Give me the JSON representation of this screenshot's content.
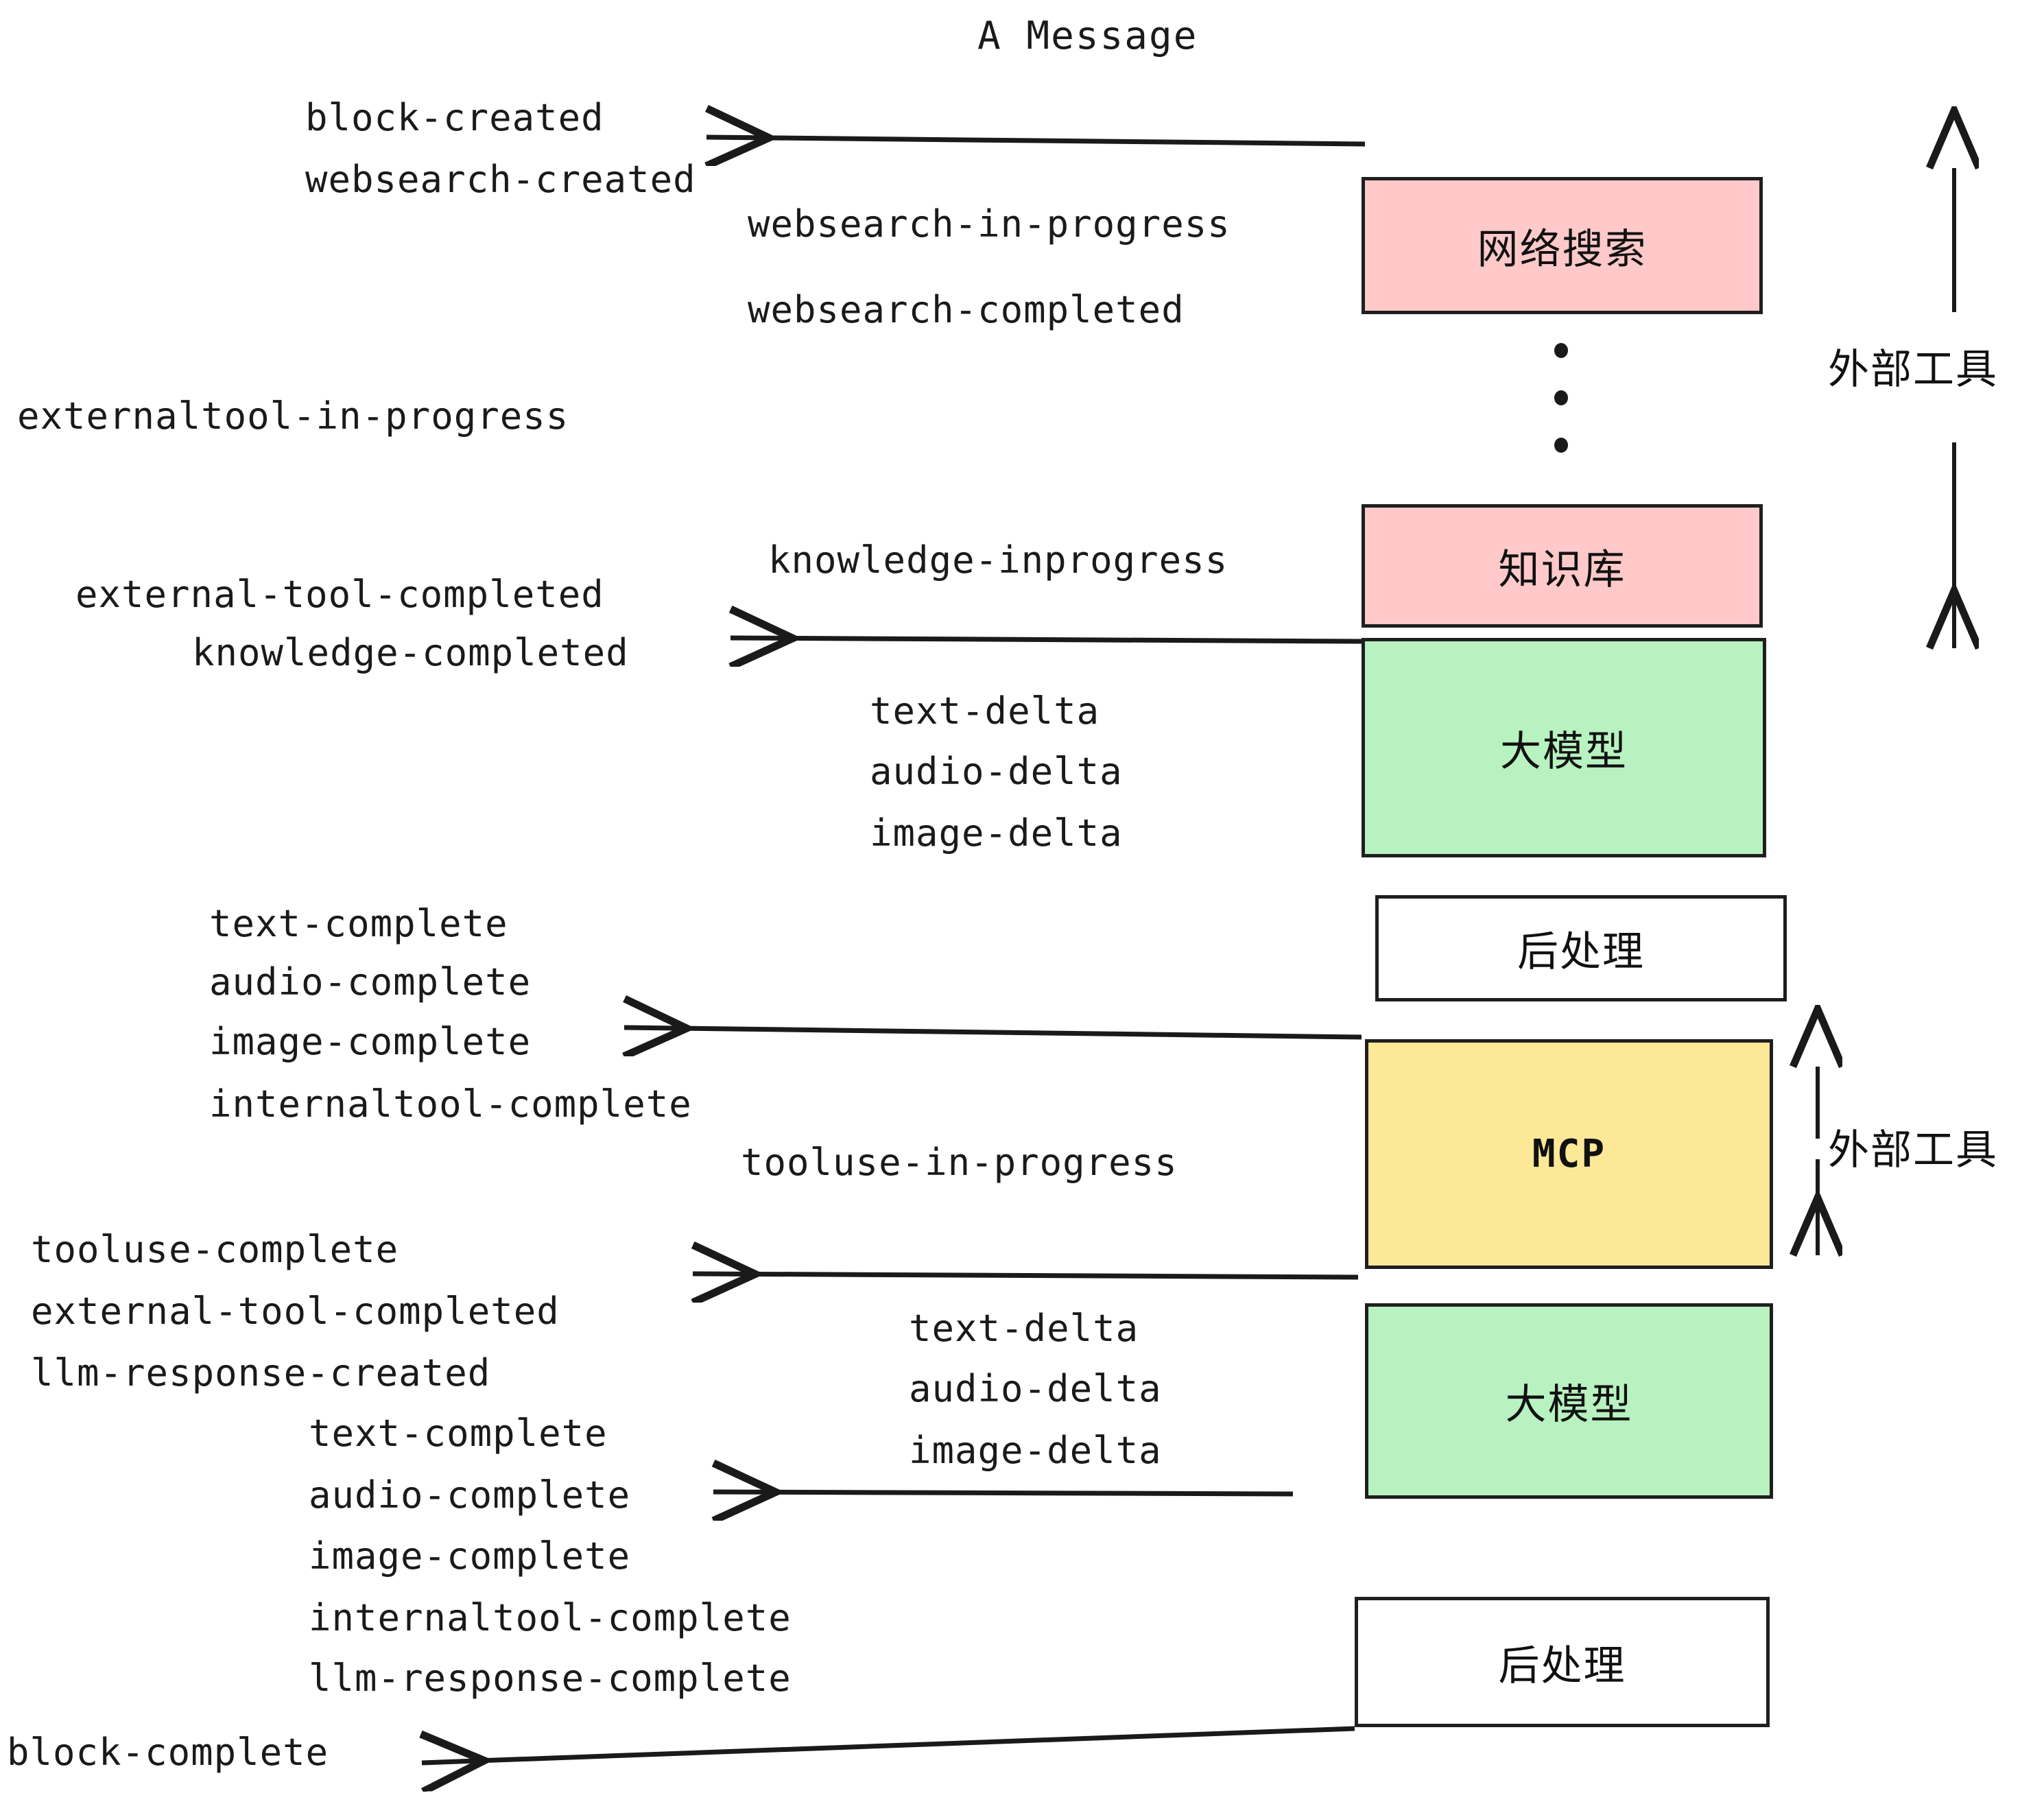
{
  "diagram": {
    "title": "A Message",
    "colors": {
      "pink": "#FFC9C9",
      "green": "#B8F2C0",
      "yellow": "#FCE897",
      "white": "#FFFFFF",
      "stroke": "#1F1F1F",
      "text": "#1A1A1A"
    },
    "nodes": [
      {
        "id": "websearch",
        "label": "网络搜索",
        "fill": "#FFC9C9"
      },
      {
        "id": "knowledge",
        "label": "知识库",
        "fill": "#FFC9C9"
      },
      {
        "id": "llm-1",
        "label": "大模型",
        "fill": "#B8F2C0"
      },
      {
        "id": "postproc-1",
        "label": "后处理",
        "fill": "#FFFFFF"
      },
      {
        "id": "mcp",
        "label": "MCP",
        "fill": "#FCE897"
      },
      {
        "id": "llm-2",
        "label": "大模型",
        "fill": "#B8F2C0"
      },
      {
        "id": "postproc-2",
        "label": "后处理",
        "fill": "#FFFFFF"
      }
    ],
    "side_labels": [
      {
        "id": "external-tool-top",
        "label": "外部工具"
      },
      {
        "id": "external-tool-bottom",
        "label": "外部工具"
      }
    ],
    "events": [
      {
        "id": "block-created",
        "text": "block-created"
      },
      {
        "id": "websearch-created",
        "text": "websearch-created"
      },
      {
        "id": "websearch-in-progress",
        "text": "websearch-in-progress"
      },
      {
        "id": "websearch-completed",
        "text": "websearch-completed"
      },
      {
        "id": "externaltool-in-progress",
        "text": "externaltool-in-progress"
      },
      {
        "id": "knowledge-inprogress",
        "text": "knowledge-inprogress"
      },
      {
        "id": "external-tool-completed-1",
        "text": "external-tool-completed"
      },
      {
        "id": "knowledge-completed",
        "text": "knowledge-completed"
      },
      {
        "id": "text-delta-1",
        "text": "text-delta"
      },
      {
        "id": "audio-delta-1",
        "text": "audio-delta"
      },
      {
        "id": "image-delta-1",
        "text": "image-delta"
      },
      {
        "id": "text-complete-1",
        "text": "text-complete"
      },
      {
        "id": "audio-complete-1",
        "text": "audio-complete"
      },
      {
        "id": "image-complete-1",
        "text": "image-complete"
      },
      {
        "id": "internaltool-complete-1",
        "text": "internaltool-complete"
      },
      {
        "id": "tooluse-in-progress",
        "text": "tooluse-in-progress"
      },
      {
        "id": "tooluse-complete",
        "text": "tooluse-complete"
      },
      {
        "id": "external-tool-completed-2",
        "text": "external-tool-completed"
      },
      {
        "id": "llm-response-created",
        "text": "llm-response-created"
      },
      {
        "id": "text-delta-2",
        "text": "text-delta"
      },
      {
        "id": "audio-delta-2",
        "text": "audio-delta"
      },
      {
        "id": "image-delta-2",
        "text": "image-delta"
      },
      {
        "id": "text-complete-2",
        "text": "text-complete"
      },
      {
        "id": "audio-complete-2",
        "text": "audio-complete"
      },
      {
        "id": "image-complete-2",
        "text": "image-complete"
      },
      {
        "id": "internaltool-complete-2",
        "text": "internaltool-complete"
      },
      {
        "id": "llm-response-complete",
        "text": "llm-response-complete"
      },
      {
        "id": "block-complete",
        "text": "block-complete"
      }
    ]
  }
}
